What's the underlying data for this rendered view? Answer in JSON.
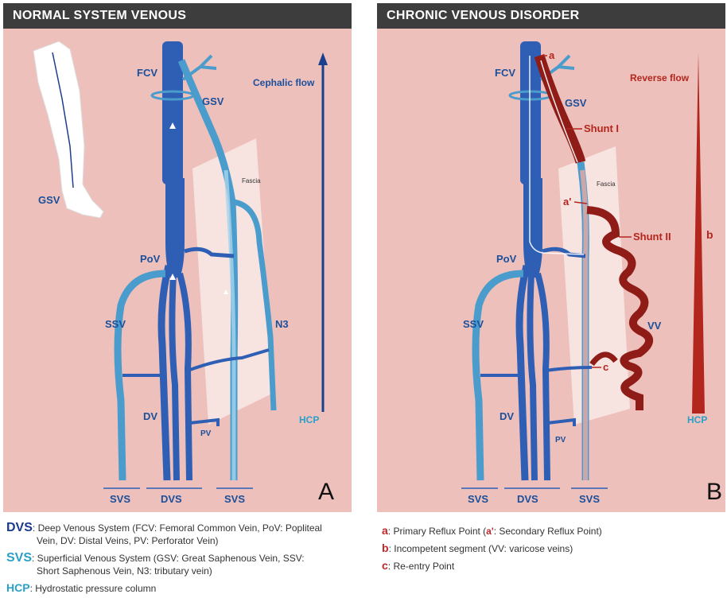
{
  "panel_a": {
    "header": "NORMAL SYSTEM VENOUS",
    "letter": "A",
    "labels": {
      "fcv": "FCV",
      "gsv": "GSV",
      "gsv_leg": "GSV",
      "pov": "PoV",
      "ssv": "SSV",
      "dv": "DV",
      "pv": "PV",
      "n3": "N3",
      "fascia": "Fascia",
      "cephalic": "Cephalic flow",
      "hcp": "HCP",
      "svs_left": "SVS",
      "dvs": "DVS",
      "svs_right": "SVS"
    }
  },
  "panel_b": {
    "header": "CHRONIC VENOUS DISORDER",
    "letter": "B",
    "labels": {
      "fcv": "FCV",
      "gsv": "GSV",
      "pov": "PoV",
      "ssv": "SSV",
      "dv": "DV",
      "pv": "PV",
      "fascia": "Fascia",
      "a": "a",
      "a_prime": "a'",
      "c": "c",
      "shunt1": "Shunt I",
      "shunt2": "Shunt II",
      "vv": "VV",
      "reverse": "Reverse flow",
      "b": "b",
      "hcp": "HCP",
      "svs_left": "SVS",
      "dvs": "DVS",
      "svs_right": "SVS"
    }
  },
  "legend_left": {
    "dvs_key": "DVS",
    "dvs_text1": ": Deep Venous System (FCV: Femoral Common Vein, PoV: Popliteal",
    "dvs_text2": "Vein, DV: Distal Veins, PV: Perforator Vein)",
    "svs_key": "SVS",
    "svs_text1": ": Superficial Venous System (GSV: Great Saphenous Vein, SSV:",
    "svs_text2": "Short Saphenous Vein, N3: tributary vein)",
    "hcp_key": "HCP",
    "hcp_text": ": Hydrostatic pressure column"
  },
  "legend_right": {
    "a_key": "a",
    "a_text": ": Primary Reflux  Point (",
    "a_prime_key": "a'",
    "a_text_end": ": Secondary Reflux Point)",
    "b_key": "b",
    "b_text": ": Incompetent segment (VV: varicose veins)",
    "c_key": "c",
    "c_text": ": Re-entry Point"
  },
  "colors": {
    "background": "#eec0bb",
    "header": "#3d3d3d",
    "deep_vein": "#2f5fb5",
    "superficial_vein": "#4a9ccc",
    "reflux": "#b3261e",
    "label_blue": "#1a4f9c",
    "label_red": "#b3261e",
    "label_teal": "#2aa0c8"
  }
}
